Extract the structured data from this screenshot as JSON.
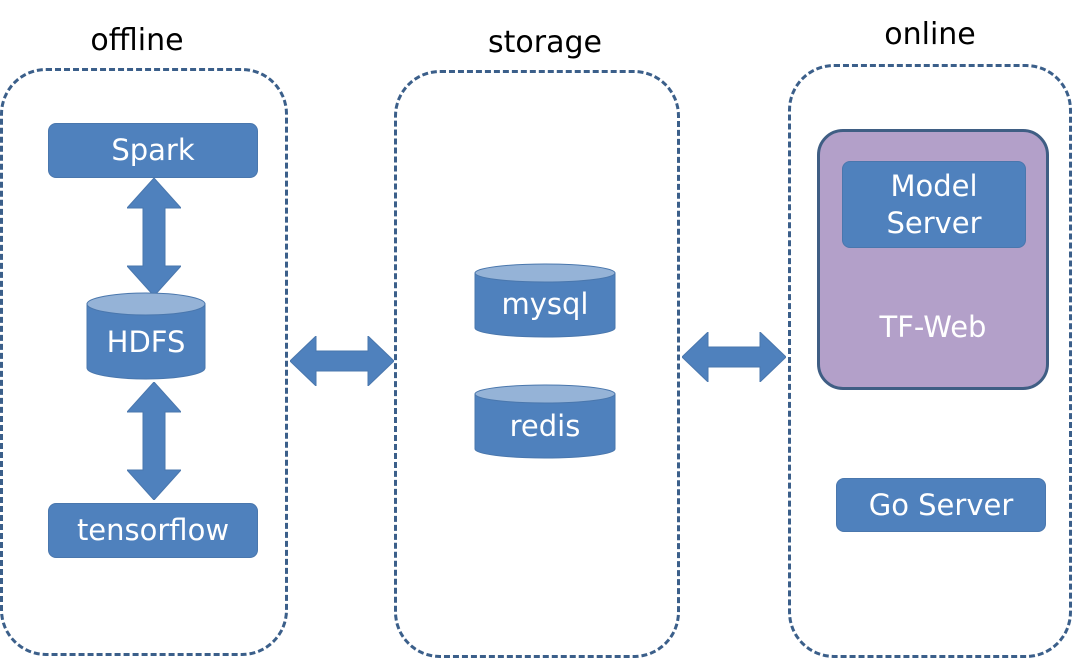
{
  "sections": {
    "offline": {
      "title": "offline"
    },
    "storage": {
      "title": "storage"
    },
    "online": {
      "title": "online"
    }
  },
  "offline": {
    "spark": "Spark",
    "hdfs": "HDFS",
    "tensorflow": "tensorflow"
  },
  "storage": {
    "mysql": "mysql",
    "redis": "redis"
  },
  "online": {
    "model_server": "Model Server",
    "tf_web": "TF-Web",
    "go_server": "Go Server"
  },
  "colors": {
    "box_fill": "#4f81bd",
    "cylinder_top": "#95b3d7",
    "tfweb_fill": "#b3a0c9",
    "dashed_border": "#3b5f8a"
  }
}
